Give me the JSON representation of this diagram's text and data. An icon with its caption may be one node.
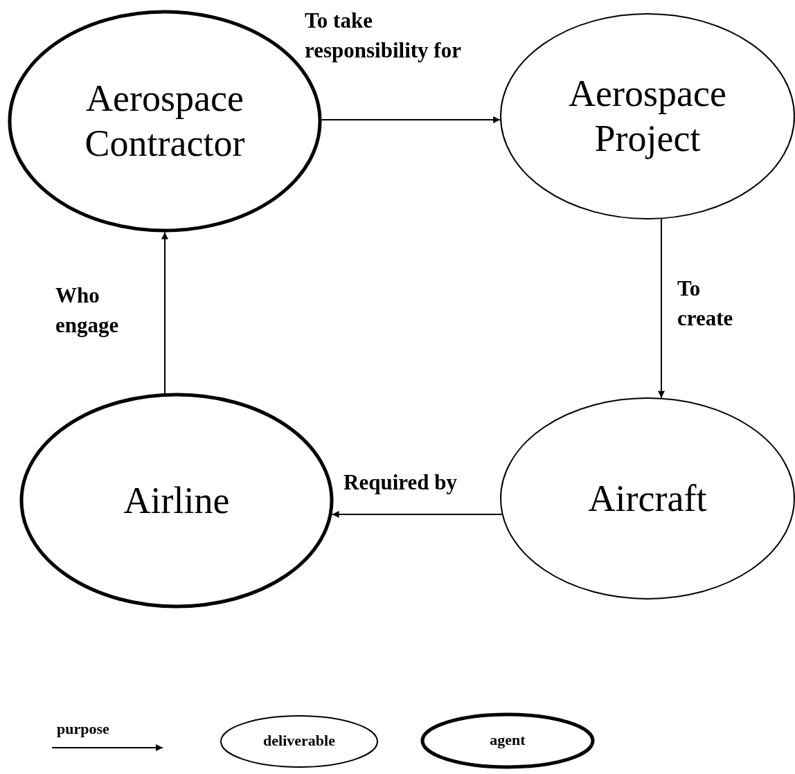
{
  "diagram": {
    "nodes": [
      {
        "text": [
          "Aerospace Contractor"
        ]
      },
      {
        "text": [
          "Aerospace Project"
        ]
      },
      {
        "text": [
          "Airline"
        ]
      },
      {
        "text": [
          "Aircraft"
        ]
      }
    ],
    "edges": [
      {
        "from": 0,
        "to": 1,
        "arrow": "to",
        "label": "To take responsibility for"
      },
      {
        "from": 1,
        "to": 3,
        "arrow": "to",
        "label": "To create"
      },
      {
        "from": 3,
        "to": 2,
        "arrow": "to",
        "label": "Required by"
      },
      {
        "from": 2,
        "to": 0,
        "arrow": "to",
        "label": "Who engage"
      }
    ],
    "legend": [
      {
        "text": "purpose"
      },
      {
        "text": "deliverable"
      },
      {
        "text": "agent"
      }
    ]
  }
}
